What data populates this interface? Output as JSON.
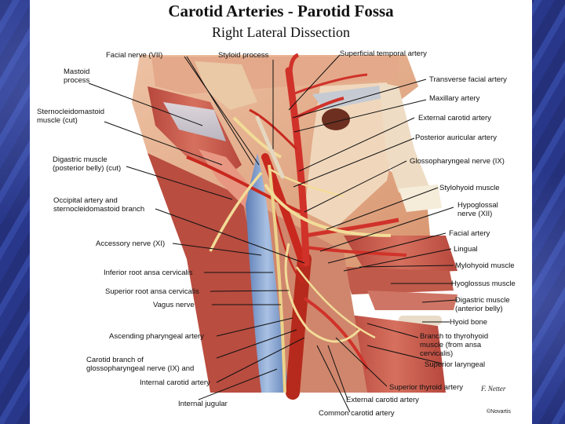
{
  "slide": {
    "title": "Carotid Arteries - Parotid Fossa",
    "subtitle": "Right Lateral Dissection",
    "signature": "F. Netter",
    "copyright": "©Novartis"
  },
  "labels": {
    "facial_nerve": "Facial nerve (VII)",
    "styloid_process": "Styloid process",
    "superficial_temporal_artery": "Superficial temporal artery",
    "mastoid_process_1": "Mastoid",
    "mastoid_process_2": "process",
    "transverse_facial_artery": "Transverse facial artery",
    "maxillary_artery": "Maxillary artery",
    "scm_cut_1": "Sternocleidomastoid",
    "scm_cut_2": "muscle (cut)",
    "external_carotid_artery_upper": "External carotid artery",
    "posterior_auricular_artery": "Posterior auricular artery",
    "digastric_posterior_1": "Digastric muscle",
    "digastric_posterior_2": "(posterior belly) (cut)",
    "glossopharyngeal_nerve": "Glossopharyngeal nerve (IX)",
    "stylohyoid_muscle": "Stylohyoid muscle",
    "occipital_artery_1": "Occipital artery and",
    "occipital_artery_2": "sternocleidomastoid branch",
    "hypoglossal_nerve_1": "Hypoglossal",
    "hypoglossal_nerve_2": "nerve (XII)",
    "facial_artery": "Facial artery",
    "accessory_nerve": "Accessory nerve (XI)",
    "lingual": "Lingual",
    "mylohyoid_muscle": "Mylohyoid muscle",
    "inferior_root_ansa": "Inferior root ansa cervicalis",
    "hyoglossus_muscle": "Hyoglossus muscle",
    "superior_root_ansa": "Superior root ansa cervicalis",
    "digastric_anterior_1": "Digastric muscle",
    "digastric_anterior_2": "(anterior belly)",
    "vagus_nerve": "Vagus nerve",
    "hyoid_bone": "Hyoid bone",
    "ascending_pharyngeal_artery": "Ascending pharyngeal artery",
    "branch_thyrohyoid_1": "Branch to thyrohyoid",
    "branch_thyrohyoid_2": "muscle (from ansa",
    "branch_thyrohyoid_3": "cervicalis)",
    "carotid_branch_1": "Carotid branch of",
    "carotid_branch_2": "glossopharyngeal nerve (IX) and",
    "superior_laryngeal": "Superior laryngeal",
    "internal_carotid_artery": "Internal carotid artery",
    "superior_thyroid_artery": "Superior thyroid artery",
    "external_carotid_artery_lower": "External carotid artery",
    "internal_jugular": "Internal jugular",
    "common_carotid_artery": "Common carotid artery"
  },
  "colors": {
    "background": "#2a3a8c",
    "slide": "#ffffff",
    "artery": "#c8281e",
    "vein": "#7f9cc8",
    "nerve": "#f0d890",
    "muscle": "#c9574a",
    "skin": "#e8b090",
    "leader_line": "#111111"
  }
}
